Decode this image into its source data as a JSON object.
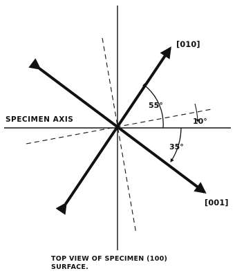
{
  "labels": {
    "axis_010": "[010]",
    "axis_001": "[001]",
    "specimen_axis": "SPECIMEN AXIS",
    "angle_55": "55°",
    "angle_10": "10°",
    "angle_35": "35°"
  },
  "caption": {
    "line1": "TOP VIEW OF SPECIMEN (100)",
    "line2": "SURFACE."
  }
}
